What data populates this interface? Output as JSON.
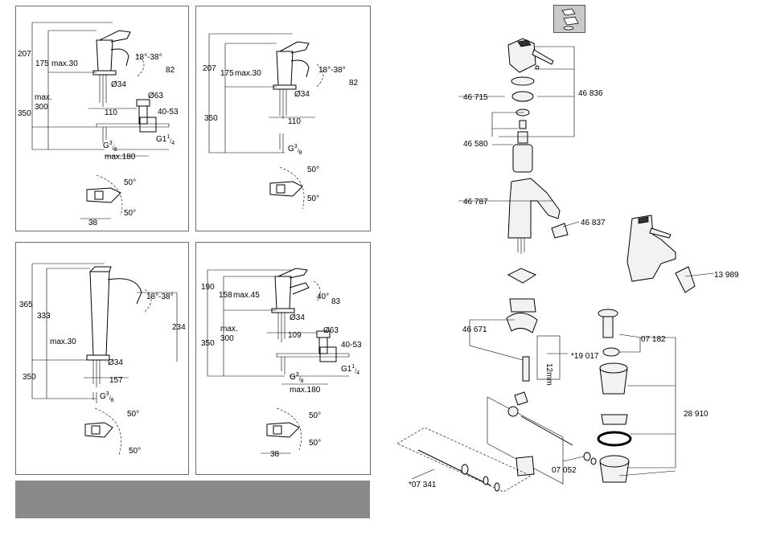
{
  "panels": {
    "p1": {
      "h_total": "207",
      "h_upper": "175",
      "reach_max": "max.30",
      "angle": "18°-38°",
      "spout_h": "82",
      "dia": "Ø34",
      "h_under": "350",
      "max_depth": "max.\n300",
      "offset": "110",
      "drain_dia": "Ø63",
      "drain_len": "40-53",
      "thread_a": "G",
      "thread_a_sup": "3",
      "thread_a_sub": "8",
      "thread_b": "G1",
      "thread_b_sup": "1",
      "thread_b_sub": "4",
      "max_rod": "max.180",
      "ang1": "50°",
      "ang2": "50°",
      "width": "38"
    },
    "p2": {
      "h_total": "207",
      "h_upper": "175",
      "reach_max": "max.30",
      "angle": "18°-38°",
      "spout_h": "82",
      "dia": "Ø34",
      "h_under": "350",
      "offset": "110",
      "thread_a": "G",
      "thread_a_sup": "3",
      "thread_a_sub": "8",
      "ang1": "50°",
      "ang2": "50°"
    },
    "p3": {
      "h_total": "365",
      "h_upper": "333",
      "angle": "18°-38°",
      "spout_h": "234",
      "reach_max": "max.30",
      "dia": "Ø34",
      "h_under": "350",
      "offset": "157",
      "thread_a": "G",
      "thread_a_sup": "3",
      "thread_a_sub": "8",
      "ang1": "50°",
      "ang2": "50°"
    },
    "p4": {
      "h_total": "190",
      "h_upper": "158",
      "reach_max": "max.45",
      "angle": "40°",
      "spout_h": "83",
      "dia": "Ø34",
      "h_under": "350",
      "max_depth": "max.\n300",
      "offset": "109",
      "drain_dia": "Ø63",
      "drain_len": "40-53",
      "thread_a": "G",
      "thread_a_sup": "3",
      "thread_a_sub": "8",
      "thread_b": "G1",
      "thread_b_sup": "1",
      "thread_b_sub": "4",
      "max_rod": "max.180",
      "ang1": "50°",
      "ang2": "50°",
      "width": "38"
    }
  },
  "parts": {
    "p46836": "46 836",
    "p46715": "46 715",
    "p46580": "46 580",
    "p46787": "46 787",
    "p46837": "46 837",
    "p13989": "13 989",
    "p46671": "46 671",
    "p19017": "*19 017",
    "p07182": "07 182",
    "p28910": "28 910",
    "p07052": "07 052",
    "p07341": "*07 341",
    "dim_12mm": "12mm"
  }
}
